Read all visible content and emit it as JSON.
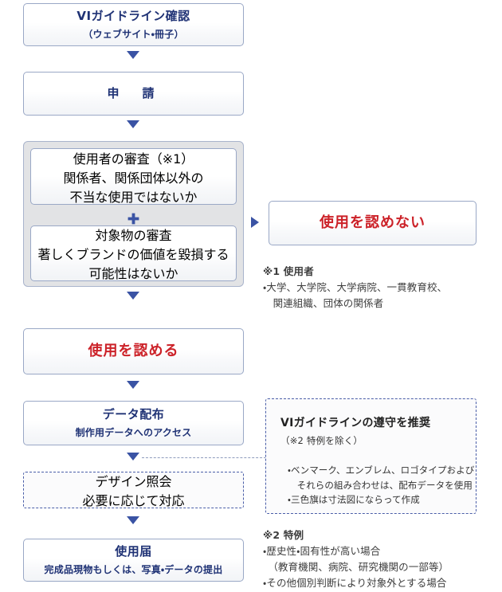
{
  "flow": {
    "steps": [
      {
        "id": "vi-guideline-check",
        "title": "VIガイドライン確認",
        "subtitle": "（ウェブサイト・冊子）"
      },
      {
        "id": "application",
        "title": "申　請"
      },
      {
        "id": "approve",
        "title": "使用を認める"
      },
      {
        "id": "data-distribution",
        "title": "データ配布",
        "subtitle": "制作用データへのアクセス"
      },
      {
        "id": "design-review",
        "title": "デザイン照会",
        "subtitle": "必要に応じて対応"
      },
      {
        "id": "usage-report",
        "title": "使用届",
        "subtitle": "完成品現物もしくは、写真・データの提出"
      }
    ],
    "review_group": {
      "user_review": {
        "title": "使用者の審査",
        "title_note": "（※1）",
        "line1": "関係者、関係団体以外の",
        "line2": "不当な使用ではないか"
      },
      "plus_symbol": "＋",
      "object_review": {
        "title": "対象物の審査",
        "line1": "著しくブランドの価値を毀損する",
        "line2": "可能性はないか"
      }
    },
    "reject": {
      "id": "reject",
      "title": "使用を認めない"
    }
  },
  "notes": {
    "note1": {
      "title": "※1 使用者",
      "lines": [
        "・大学、大学院、大学病院、一貫教育校、",
        "　関連組織、団体の関係者"
      ]
    },
    "note2": {
      "title": "※2 特例",
      "lines": [
        "・歴史性・固有性が高い場合",
        "　（教育機関、病院、研究機関の一部等）",
        "・その他個別判断により対象外とする場合"
      ]
    }
  },
  "compliance_panel": {
    "title": "VIガイドラインの遵守を推奨",
    "subtitle": "（※2 特例を除く）",
    "lines": [
      "・ベンマーク、エンブレム、ロゴタイプおよび",
      "　それらの組み合わせは、配布データを使用",
      "・三色旗は寸法図にならって作成"
    ]
  },
  "colors": {
    "heading_blue": "#1f3275",
    "accent_red": "#cc2229",
    "arrow_blue": "#3a53a4",
    "border_blue": "#9aa8c6",
    "group_gray": "#e2e3e5"
  },
  "icons": {
    "arrow_down": "arrow-down-icon",
    "arrow_right": "arrow-right-icon",
    "plus": "plus-icon"
  }
}
